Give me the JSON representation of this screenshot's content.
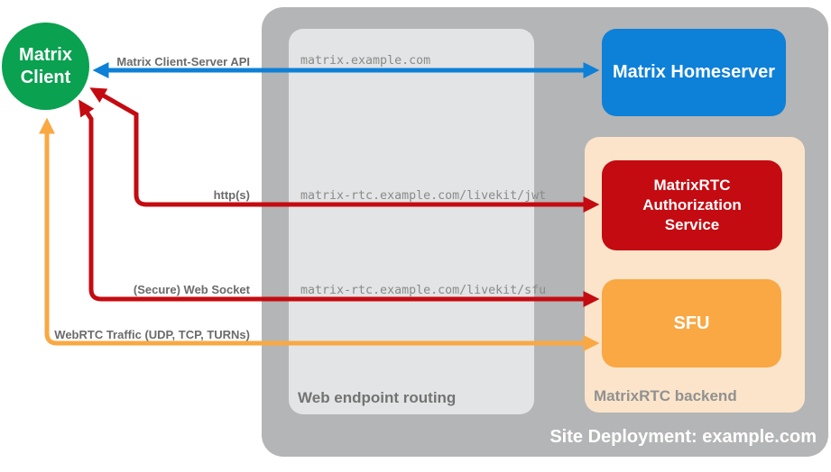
{
  "diagram": {
    "nodes": {
      "client": {
        "label": "Matrix Client",
        "color": "#0aa150"
      },
      "homeserver": {
        "label": "Matrix Homeserver",
        "color": "#0d80d8"
      },
      "auth_service": {
        "label": "MatrixRTC Authorization Service",
        "color": "#c40b11"
      },
      "sfu": {
        "label": "SFU",
        "color": "#f9a843"
      }
    },
    "containers": {
      "site_label": "Site Deployment: example.com",
      "routing_label": "Web endpoint routing",
      "backend_label": "MatrixRTC backend",
      "outer_color": "#b4b5b6",
      "routing_color": "#e3e4e5",
      "backend_color": "#fbe4ca"
    },
    "connections": [
      {
        "label": "Matrix Client-Server API",
        "endpoint": "matrix.example.com",
        "color": "#0d80d8"
      },
      {
        "label": "http(s)",
        "endpoint": "matrix-rtc.example.com/livekit/jwt",
        "color": "#c40b11"
      },
      {
        "label": "(Secure) Web Socket",
        "endpoint": "matrix-rtc.example.com/livekit/sfu",
        "color": "#c40b11"
      },
      {
        "label": "WebRTC Traffic (UDP, TCP, TURNs)",
        "color": "#f9a843"
      }
    ]
  }
}
